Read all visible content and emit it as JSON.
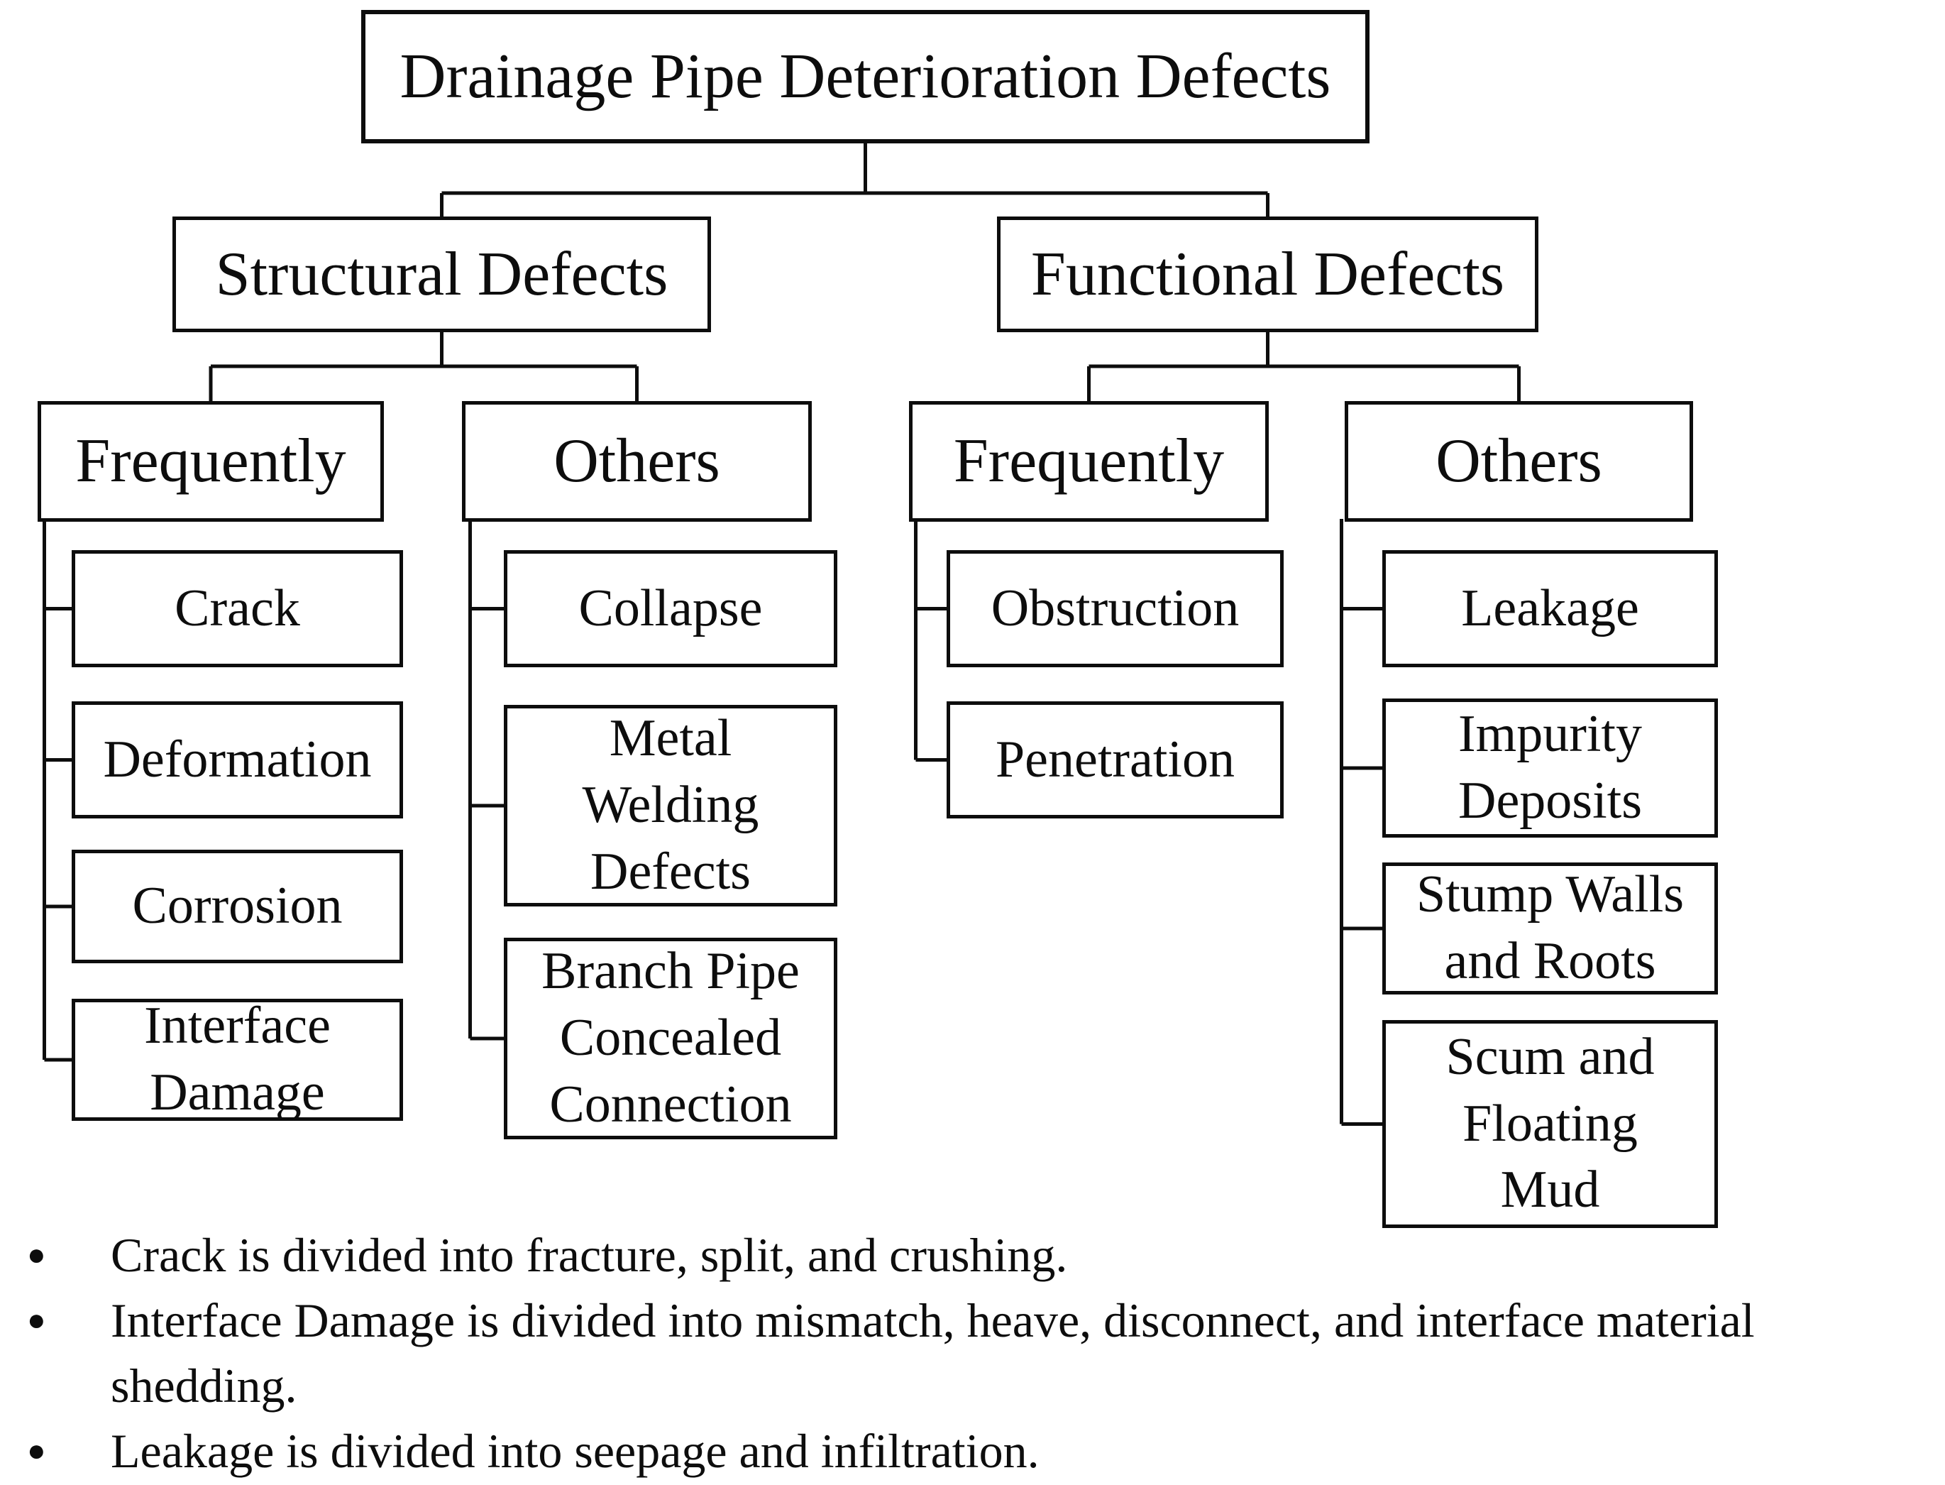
{
  "diagram": {
    "root": "Drainage Pipe Deterioration Defects",
    "branches": [
      {
        "label": "Structural Defects",
        "groups": [
          {
            "label": "Frequently",
            "items": [
              "Crack",
              "Deformation",
              "Corrosion",
              "Interface Damage"
            ]
          },
          {
            "label": "Others",
            "items": [
              "Collapse",
              "Metal Welding Defects",
              "Branch Pipe Concealed Connection"
            ]
          }
        ]
      },
      {
        "label": "Functional Defects",
        "groups": [
          {
            "label": "Frequently",
            "items": [
              "Obstruction",
              "Penetration"
            ]
          },
          {
            "label": "Others",
            "items": [
              "Leakage",
              "Impurity Deposits",
              "Stump Walls and Roots",
              "Scum and Floating Mud"
            ]
          }
        ]
      }
    ]
  },
  "notes": {
    "bullet": "●",
    "items": [
      "Crack is divided into fracture, split, and crushing.",
      "Interface Damage is divided into mismatch, heave, disconnect, and interface material shedding.",
      "Leakage is divided into seepage and infiltration."
    ]
  },
  "colors": {
    "ink": "#0d0d0d",
    "background": "#ffffff"
  }
}
